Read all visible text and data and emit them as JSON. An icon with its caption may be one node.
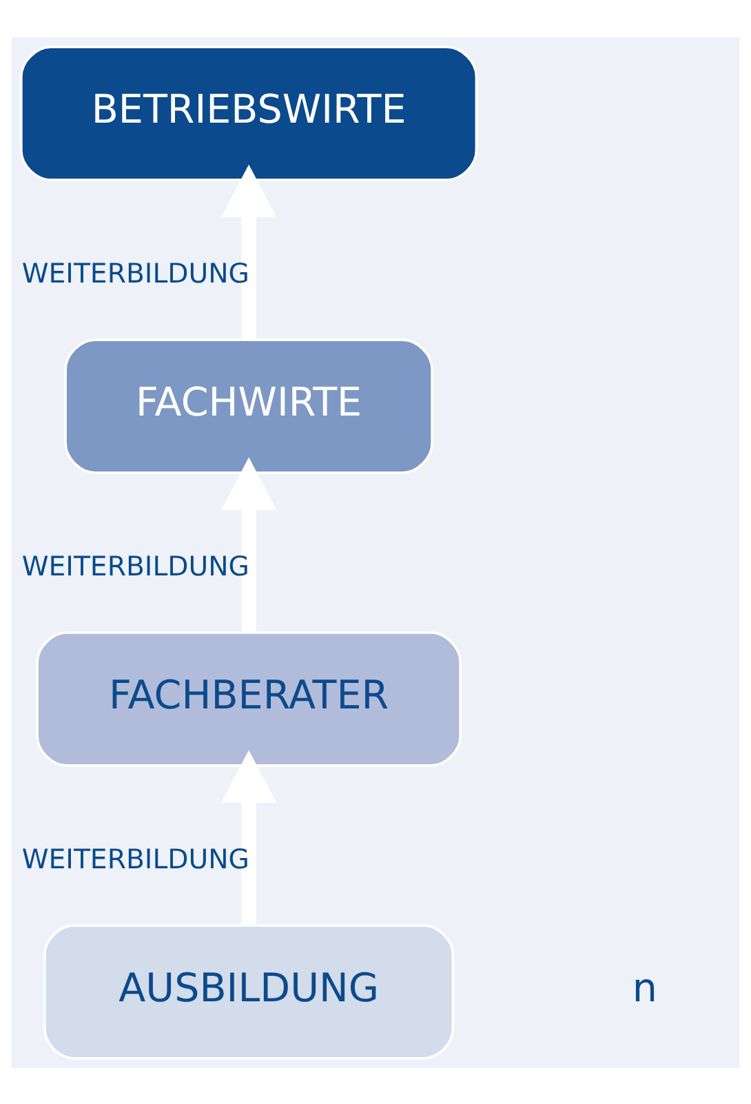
{
  "diagram": {
    "nodes": [
      {
        "text": [
          "BETRIEBSWIRTE"
        ]
      },
      {
        "text": [
          "FACHWIRTE"
        ]
      },
      {
        "text": [
          "FACHBERATER"
        ]
      },
      {
        "text": [
          "AUSBILDUNG"
        ]
      }
    ],
    "edges": [
      {
        "from": 3,
        "to": 2,
        "arrow": "to",
        "label": "WEITERBILDUNG"
      },
      {
        "from": 2,
        "to": 1,
        "arrow": "to",
        "label": "WEITERBILDUNG"
      },
      {
        "from": 1,
        "to": 0,
        "arrow": "to",
        "label": "WEITERBILDUNG"
      }
    ],
    "labels": [
      "n"
    ]
  }
}
